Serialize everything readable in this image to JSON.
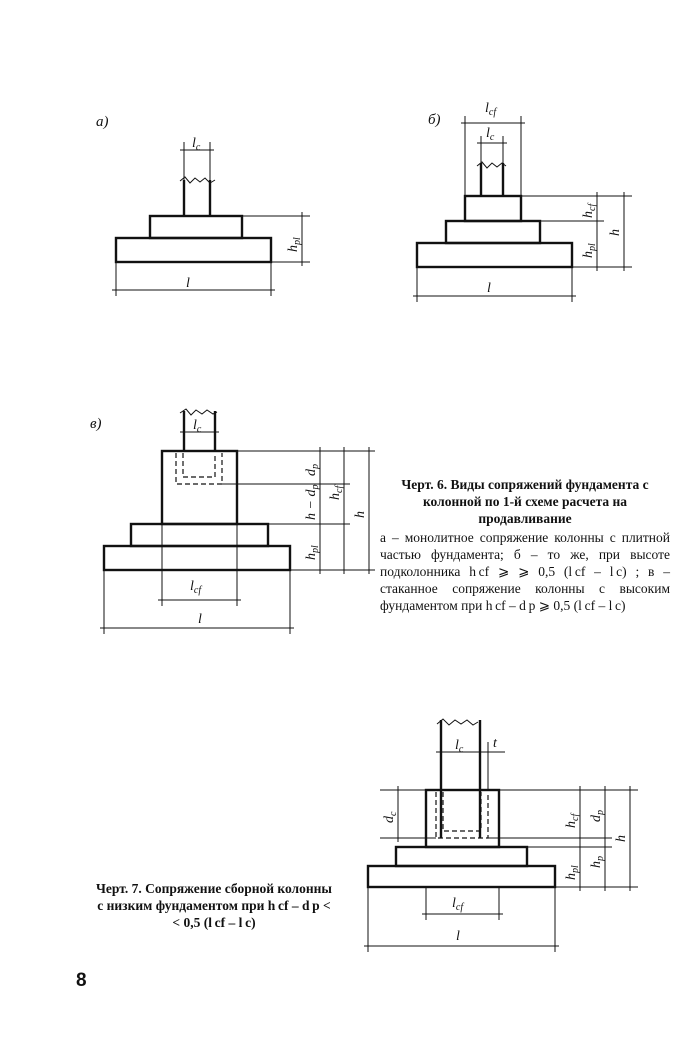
{
  "panels": {
    "a": "а)",
    "b": "б)",
    "v": "в)"
  },
  "dims": {
    "l": "l",
    "lc_main": "l",
    "lc_sub": "c",
    "lcf_main": "l",
    "lcf_sub": "cf",
    "hpl_main": "h",
    "hpl_sub": "pl",
    "hcf_main": "h",
    "hcf_sub": "cf",
    "h": "h",
    "dp_main": "d",
    "dp_sub": "p",
    "h_minus_dp": "h − d",
    "h_minus_dp_sub": "p",
    "dc_main": "d",
    "dc_sub": "c",
    "t": "t"
  },
  "caption6": {
    "title": "Черт. 6. Виды сопряжений фундамента с колонной по 1-й схеме расчета на продавливание",
    "body": "а – монолитное сопряжение колонны с плитной частью фундамента; б – то же, при высоте подколонника h cf ⩾ ⩾ 0,5 (l cf – l c) ; в – стаканное сопряжение колонны с высоким фундаментом при h cf – d p ⩾ 0,5 (l cf – l c)"
  },
  "caption7": {
    "title": "Черт. 7. Сопряжение сборной колонны с низким фундаментом при h cf – d p < < 0,5 (l cf – l c)"
  },
  "page_number": "8"
}
